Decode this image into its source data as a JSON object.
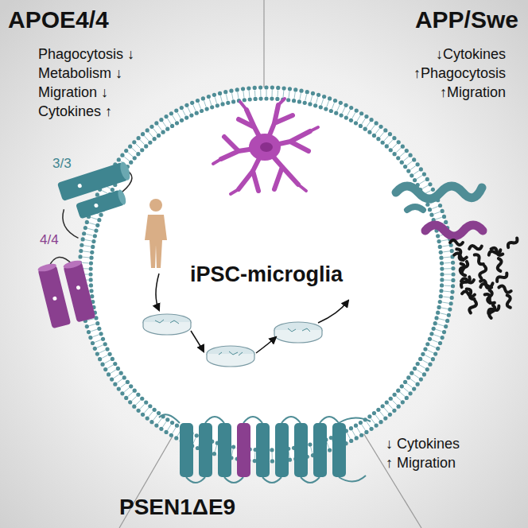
{
  "diagram": {
    "nodes": [
      {
        "text": [
          "APOE4/4",
          "Phagocytosis ↓",
          "Metabolism ↓",
          "Migration ↓",
          "Cytokines ↑"
        ]
      },
      {
        "text": [
          "APP/Swe",
          "↓Cytokines",
          "↑Phagocytosis",
          "↑Migration"
        ]
      },
      {
        "text": [
          "iPSC-microglia"
        ]
      },
      {
        "text": [
          "PSEN1ΔE9",
          "↓ Cytokines",
          "↑ Migration"
        ]
      }
    ],
    "labels": [
      "3/3",
      "4/4"
    ]
  }
}
